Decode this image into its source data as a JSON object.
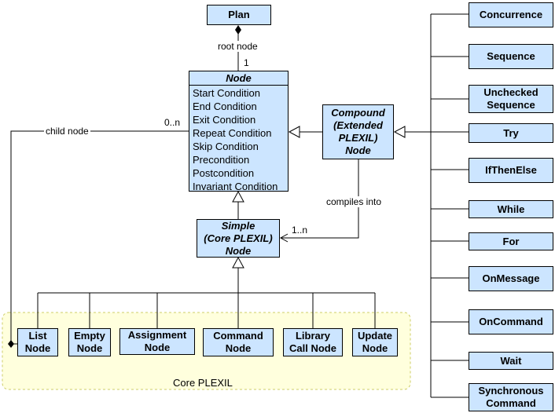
{
  "plan": {
    "label": "Plan"
  },
  "node": {
    "title": "Node",
    "conditions": [
      "Start Condition",
      "End Condition",
      "Exit Condition",
      "Repeat Condition",
      "Skip Condition",
      "Precondition",
      "Postcondition",
      "Invariant Condition"
    ]
  },
  "compound": {
    "lines": [
      "Compound",
      "(Extended",
      "PLEXIL)",
      "Node"
    ]
  },
  "simple": {
    "lines": [
      "Simple",
      "(Core PLEXIL)",
      "Node"
    ]
  },
  "core": {
    "label": "Core PLEXIL",
    "nodes": [
      {
        "lines": [
          "List",
          "Node"
        ]
      },
      {
        "lines": [
          "Empty",
          "Node"
        ]
      },
      {
        "lines": [
          "Assignment",
          "Node"
        ]
      },
      {
        "lines": [
          "Command",
          "Node"
        ]
      },
      {
        "lines": [
          "Library",
          "Call Node"
        ]
      },
      {
        "lines": [
          "Update",
          "Node"
        ]
      }
    ]
  },
  "extended": [
    {
      "lines": [
        "Concurrence"
      ]
    },
    {
      "lines": [
        "Sequence"
      ]
    },
    {
      "lines": [
        "Unchecked",
        "Sequence"
      ]
    },
    {
      "lines": [
        "Try"
      ]
    },
    {
      "lines": [
        "IfThenElse"
      ]
    },
    {
      "lines": [
        "While"
      ]
    },
    {
      "lines": [
        "For"
      ]
    },
    {
      "lines": [
        "OnMessage"
      ]
    },
    {
      "lines": [
        "OnCommand"
      ]
    },
    {
      "lines": [
        "Wait"
      ]
    },
    {
      "lines": [
        "Synchronous",
        "Command"
      ]
    }
  ],
  "labels": {
    "root_node": "root node",
    "root_mult": "1",
    "child_node": "child node",
    "child_mult": "0..n",
    "compiles_into": "compiles into",
    "compiles_mult": "1..n"
  },
  "colors": {
    "box_fill": "#cce5ff",
    "core_fill": "#ffffdd",
    "core_border": "#cccc66",
    "line": "#000000"
  }
}
